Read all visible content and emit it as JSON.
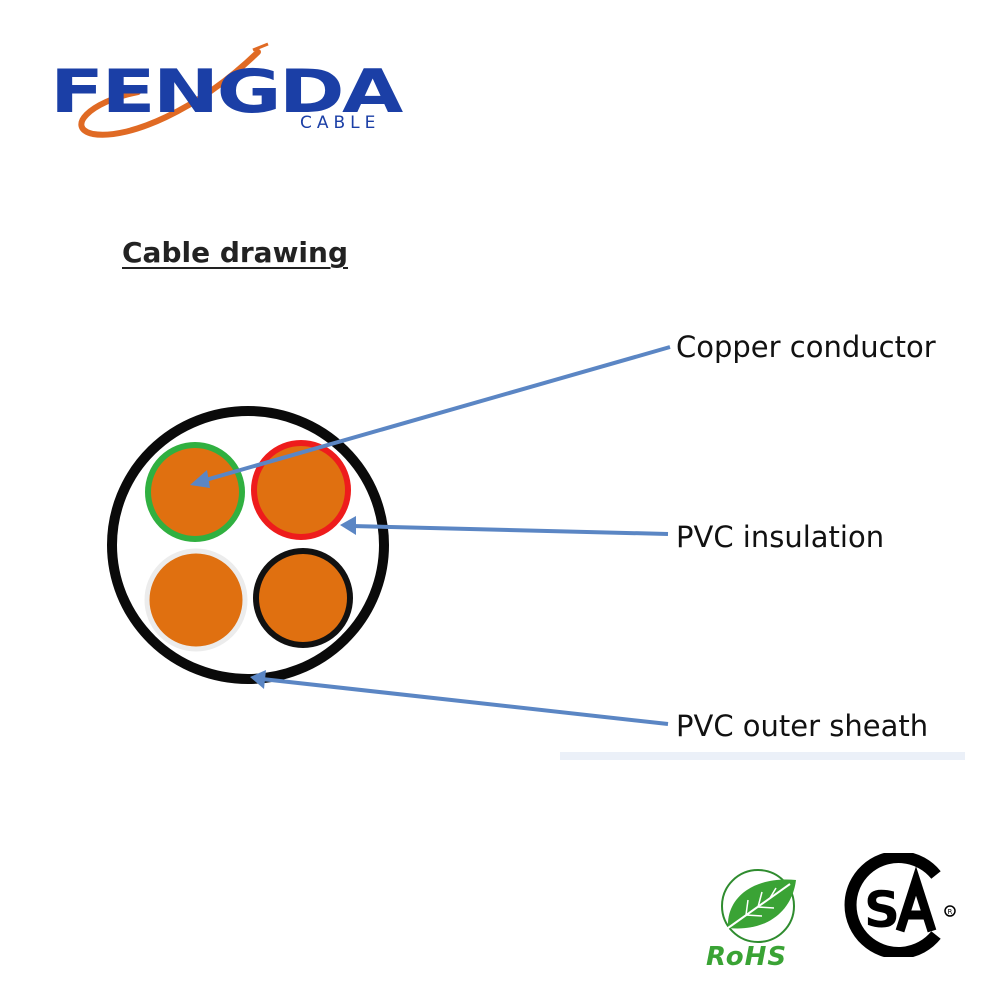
{
  "logo": {
    "brand": "FENGDA",
    "sub": "CABLE"
  },
  "title": "Cable drawing",
  "callouts": {
    "conductor": "Copper conductor",
    "insulation": "PVC insulation",
    "sheath": "PVC outer sheath"
  },
  "certifications": {
    "rohs": "RoHS",
    "csa": "CSA"
  },
  "colors": {
    "brand_blue": "#1b3fa6",
    "brand_orange": "#e06a24",
    "copper": "#e07010",
    "arrow": "#5b86c4",
    "insulation_green": "#30b040",
    "insulation_red": "#ee1c1c",
    "insulation_white": "#ffffff",
    "insulation_black": "#111111",
    "sheath": "#0a0a0a"
  }
}
